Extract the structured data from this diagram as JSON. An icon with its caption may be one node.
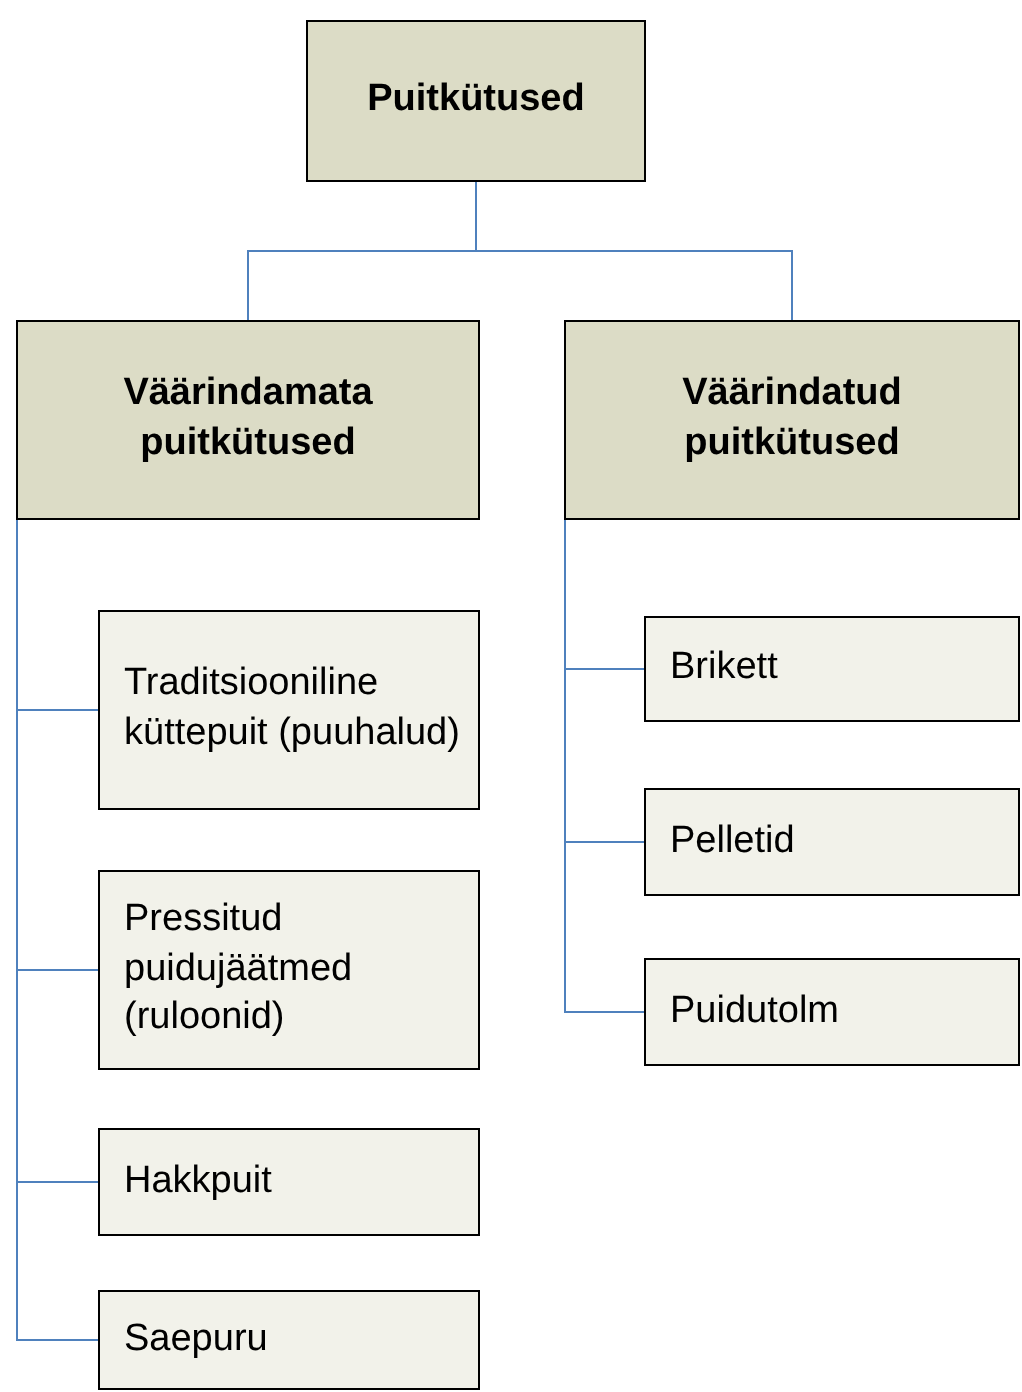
{
  "diagram": {
    "nodes": [
      {
        "text": [
          "Puitkütused"
        ]
      },
      {
        "text": [
          "Väärindamata puitkütused"
        ]
      },
      {
        "text": [
          "Väärindatud puitkütused"
        ]
      },
      {
        "text": [
          "Traditsiooniline küttepuit (puuhalud)"
        ]
      },
      {
        "text": [
          "Pressitud puidujäätmed (ruloonid)"
        ]
      },
      {
        "text": [
          "Hakkpuit"
        ]
      },
      {
        "text": [
          "Saepuru"
        ]
      },
      {
        "text": [
          "Brikett"
        ]
      },
      {
        "text": [
          "Pelletid"
        ]
      },
      {
        "text": [
          "Puidutolm"
        ]
      }
    ],
    "edges": [
      {
        "from": 0,
        "to": 1,
        "arrow": "none"
      },
      {
        "from": 0,
        "to": 2,
        "arrow": "none"
      },
      {
        "from": 1,
        "to": 3,
        "arrow": "none"
      },
      {
        "from": 1,
        "to": 4,
        "arrow": "none"
      },
      {
        "from": 1,
        "to": 5,
        "arrow": "none"
      },
      {
        "from": 1,
        "to": 6,
        "arrow": "none"
      },
      {
        "from": 2,
        "to": 7,
        "arrow": "none"
      },
      {
        "from": 2,
        "to": 8,
        "arrow": "none"
      },
      {
        "from": 2,
        "to": 9,
        "arrow": "none"
      }
    ]
  }
}
